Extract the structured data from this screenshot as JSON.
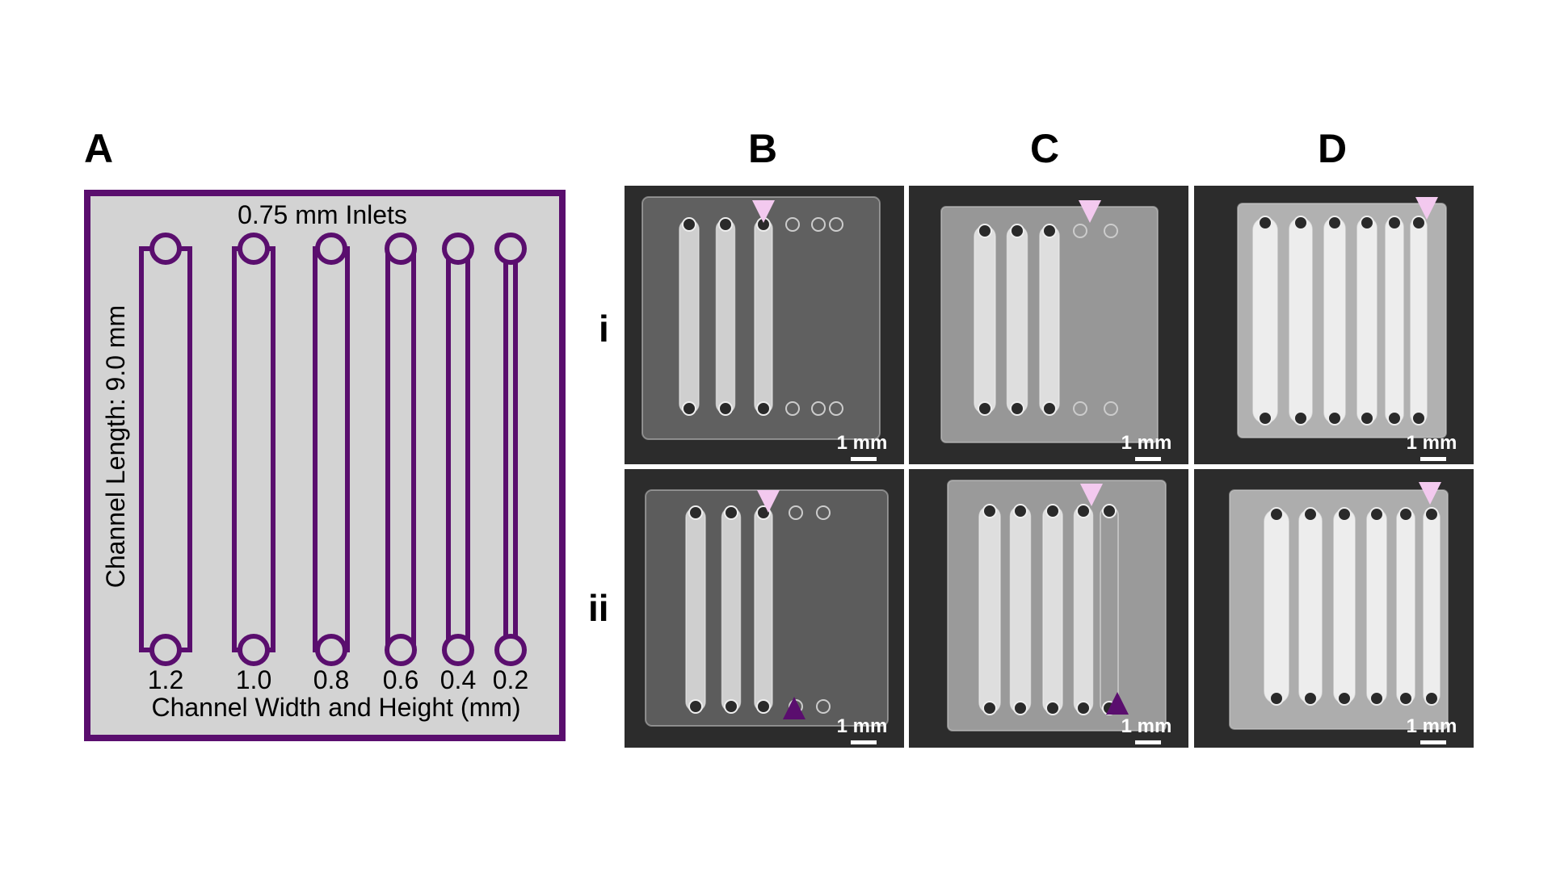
{
  "panel_labels": {
    "a": "A",
    "b": "B",
    "c": "C",
    "d": "D"
  },
  "row_labels": {
    "i": "i",
    "ii": "ii"
  },
  "schematic": {
    "inlet_label": "0.75 mm Inlets",
    "length_label": "Channel Length: 9.0 mm",
    "width_axis_label": "Channel Width and Height (mm)",
    "channel_widths": [
      "1.2",
      "1.0",
      "0.8",
      "0.6",
      "0.4",
      "0.2"
    ],
    "frame_color": "#5a0e6e",
    "fill_color": "#d3d3d3"
  },
  "scale_bar_label": "1 mm",
  "marker_colors": {
    "light": "#f3c9ef",
    "dark": "#5a0e6e"
  }
}
